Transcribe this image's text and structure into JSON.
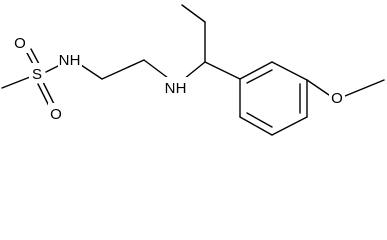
{
  "diagram": {
    "atoms": {
      "sulfur": "S",
      "oxygen_top": "O",
      "oxygen_bottom": "O",
      "nitrogen_sulfonamide": "N",
      "hydrogen_sulfonamide": "H",
      "nitrogen_amine": "N",
      "hydrogen_amine": "H",
      "oxygen_methoxy": "O"
    }
  }
}
